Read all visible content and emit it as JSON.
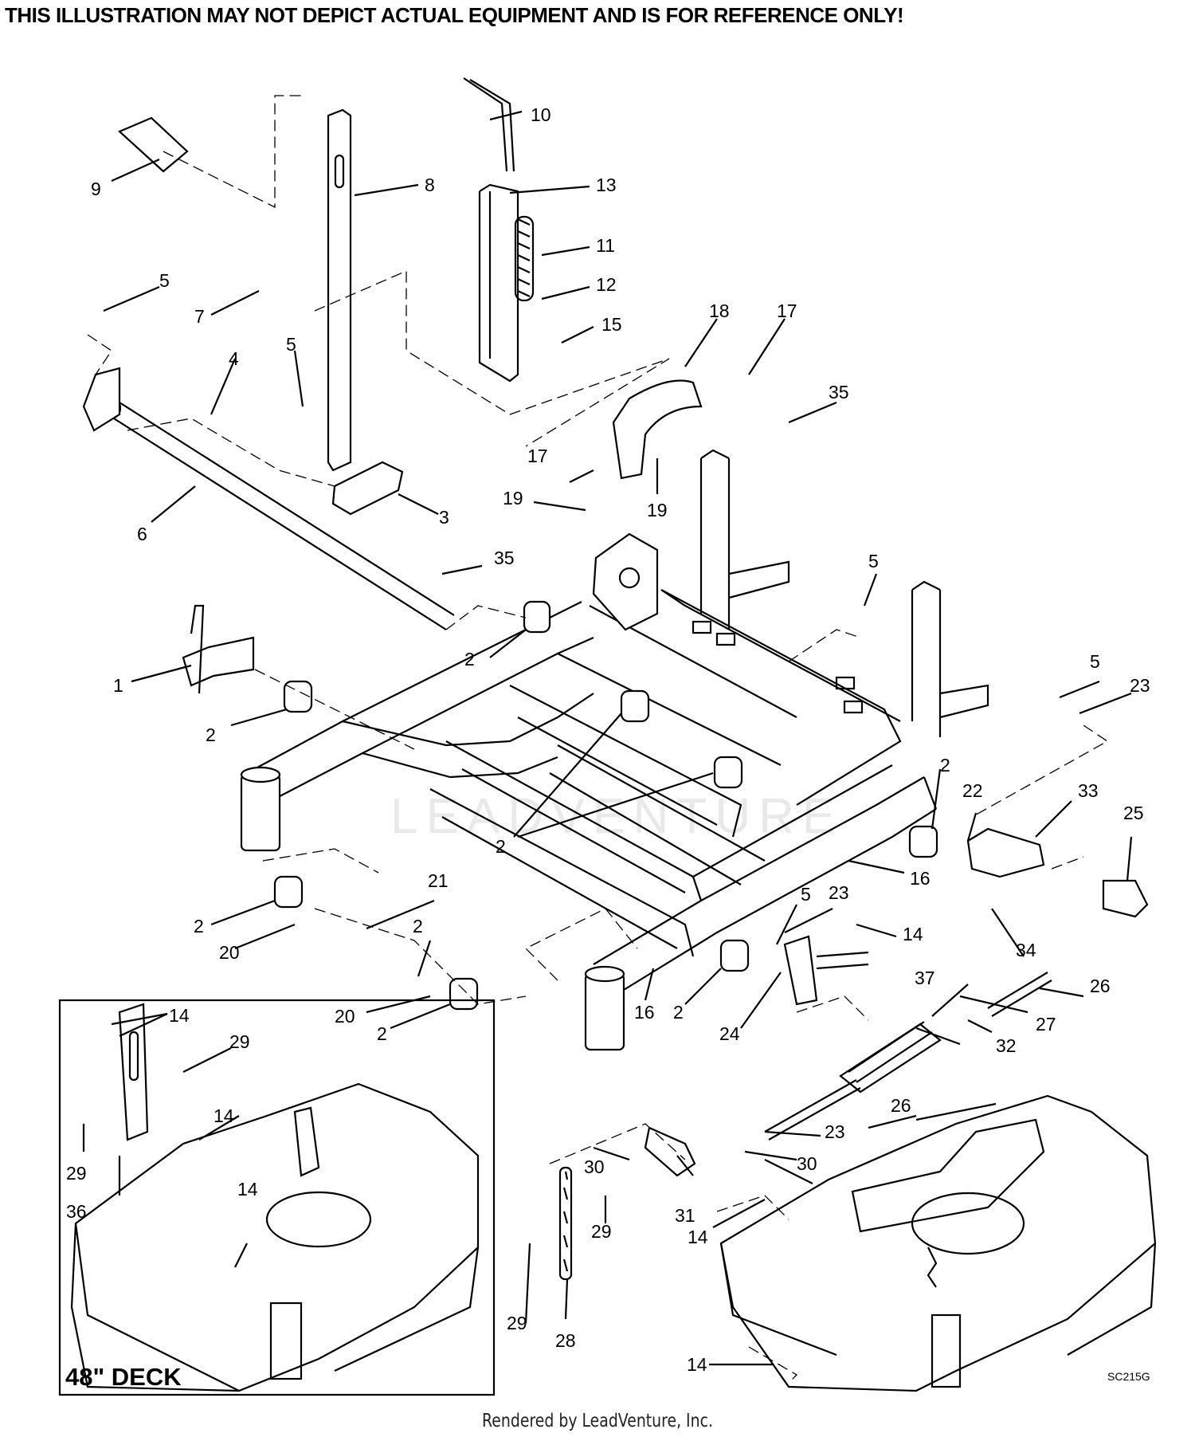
{
  "header": {
    "disclaimer": "THIS ILLUSTRATION MAY NOT DEPICT ACTUAL EQUIPMENT AND IS  FOR REFERENCE ONLY!"
  },
  "footer": {
    "rendered_by": "Rendered by LeadVenture, Inc."
  },
  "diagram": {
    "watermark": "LEADVENTURE",
    "drawing_code": "SC215G",
    "inset_title": "48\" DECK",
    "callouts": [
      "10",
      "13",
      "9",
      "8",
      "11",
      "5",
      "7",
      "12",
      "15",
      "18",
      "17",
      "4",
      "5",
      "35",
      "3",
      "17",
      "19",
      "19",
      "6",
      "35",
      "5",
      "1",
      "2",
      "2",
      "5",
      "23",
      "2",
      "22",
      "33",
      "25",
      "2",
      "16",
      "2",
      "21",
      "5",
      "23",
      "14",
      "2",
      "20",
      "34",
      "20",
      "2",
      "16",
      "2",
      "24",
      "37",
      "26",
      "27",
      "14",
      "29",
      "32",
      "14",
      "26",
      "29",
      "23",
      "36",
      "30",
      "30",
      "14",
      "31",
      "29",
      "14",
      "29",
      "28",
      "14"
    ]
  }
}
